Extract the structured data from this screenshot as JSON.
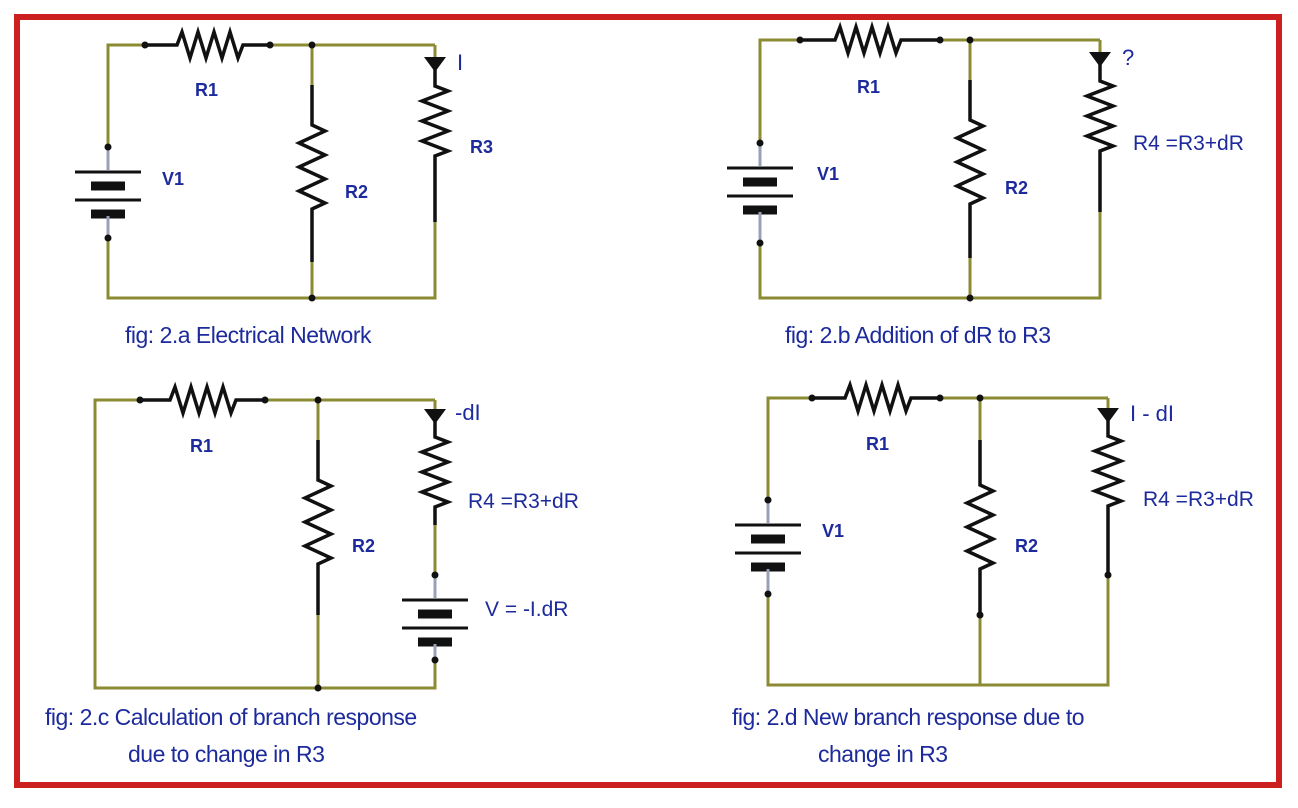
{
  "figures": [
    {
      "id": "a",
      "caption": [
        "fig: 2.a  Electrical Network"
      ],
      "labels": {
        "r1": "R1",
        "r2": "R2",
        "r3": "R3",
        "v1": "V1",
        "current": "I"
      }
    },
    {
      "id": "b",
      "caption": [
        "fig: 2.b Addition of dR to R3"
      ],
      "labels": {
        "r1": "R1",
        "r2": "R2",
        "r4": "R4 =R3+dR",
        "v1": "V1",
        "current": "?"
      }
    },
    {
      "id": "c",
      "caption": [
        "fig: 2.c Calculation of  branch response",
        "due to change in R3"
      ],
      "labels": {
        "r1": "R1",
        "r2": "R2",
        "r4": "R4 =R3+dR",
        "vsrc": "V = -I.dR",
        "current": "-dI"
      }
    },
    {
      "id": "d",
      "caption": [
        "fig: 2.d New branch response due to",
        "change in R3"
      ],
      "labels": {
        "r1": "R1",
        "r2": "R2",
        "r4": "R4 =R3+dR",
        "v1": "V1",
        "current": "I - dI"
      }
    }
  ],
  "colors": {
    "border": "#cc1f1f",
    "wire": "#8b8b33",
    "text": "#1c2a9c",
    "component": "#111111"
  }
}
